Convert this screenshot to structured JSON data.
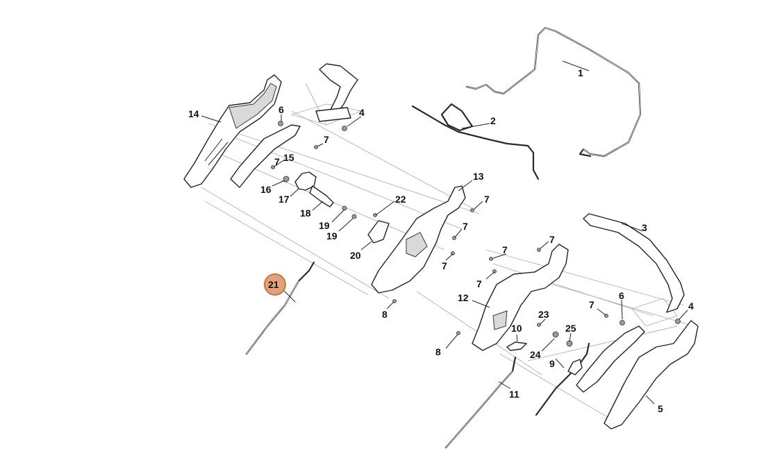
{
  "diagram": {
    "part_numbers": [
      "1",
      "2",
      "3",
      "4",
      "4",
      "5",
      "6",
      "6",
      "7",
      "7",
      "7",
      "7",
      "7",
      "7",
      "7",
      "7",
      "7",
      "8",
      "8",
      "9",
      "10",
      "11",
      "12",
      "13",
      "14",
      "15",
      "16",
      "17",
      "18",
      "19",
      "19",
      "20",
      "21",
      "22",
      "23",
      "24",
      "25"
    ],
    "highlighted_part": "21",
    "highlight_color": "#e0a27c"
  }
}
